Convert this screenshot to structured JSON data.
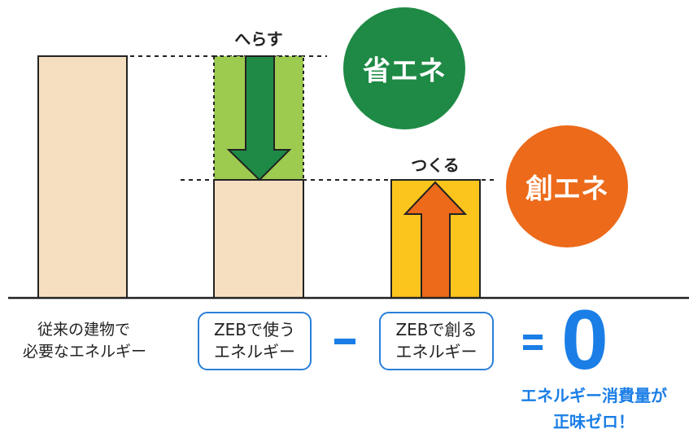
{
  "labels": {
    "reduce": "へらす",
    "create": "つくる"
  },
  "circles": {
    "save_energy": {
      "text": "省エネ",
      "color": "#1e8a45"
    },
    "create_energy": {
      "text": "創エネ",
      "color": "#ec6a1a"
    }
  },
  "equation": {
    "conventional": [
      "従来の建物で",
      "必要なエネルギー"
    ],
    "zeb_use": [
      "ZEBで使う",
      "エネルギー"
    ],
    "minus": "−",
    "zeb_create": [
      "ZEBで創る",
      "エネルギー"
    ],
    "equals": "=",
    "result": "0",
    "result_caption": [
      "エネルギー消費量が",
      "正味ゼロ！"
    ]
  },
  "colors": {
    "bar_beige": "#f6dfc0",
    "reduced_green": "#9dcb50",
    "arrow_green": "#1e8a45",
    "create_yellow": "#fcc51e",
    "arrow_orange": "#ec6a1a",
    "accent_blue": "#1a7ee6"
  }
}
